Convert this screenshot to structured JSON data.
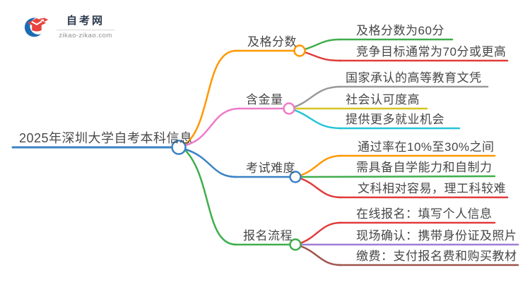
{
  "logo": {
    "site_name": "自考网",
    "site_domain": "zikao-zikao.com",
    "brand_blue": "#1b6cb3",
    "brand_red": "#e8433c"
  },
  "palette": {
    "text": "#474747",
    "background": "#ffffff"
  },
  "root": {
    "label": "2025年深圳大学自考本科信息",
    "color": "#3b82c4"
  },
  "branches": [
    {
      "label": "及格分数",
      "color": "#ff9800",
      "children": [
        {
          "label": "及格分数为60分",
          "color": "#3fae4c"
        },
        {
          "label": "竞争目标通常为70分或更高",
          "color": "#e23b3b"
        }
      ]
    },
    {
      "label": "含金量",
      "color": "#ee7ac8",
      "children": [
        {
          "label": "国家承认的高等教育文凭",
          "color": "#9a9a9a"
        },
        {
          "label": "社会认可度高",
          "color": "#d4c522"
        },
        {
          "label": "提供更多就业机会",
          "color": "#25c4d8"
        }
      ]
    },
    {
      "label": "考试难度",
      "color": "#3b82c4",
      "children": [
        {
          "label": "通过率在10%至30%之间",
          "color": "#ff9800"
        },
        {
          "label": "需具备自学能力和自制力",
          "color": "#3fae4c"
        },
        {
          "label": "文科相对容易，理工科较难",
          "color": "#e23b3b"
        }
      ]
    },
    {
      "label": "报名流程",
      "color": "#3fae4c",
      "children": [
        {
          "label": "在线报名：填写个人信息",
          "color": "#e23b3b"
        },
        {
          "label": "现场确认：携带身份证及照片",
          "color": "#9f7cd5"
        },
        {
          "label": "缴费：支付报名费和购买教材",
          "color": "#9e544c"
        }
      ]
    }
  ]
}
